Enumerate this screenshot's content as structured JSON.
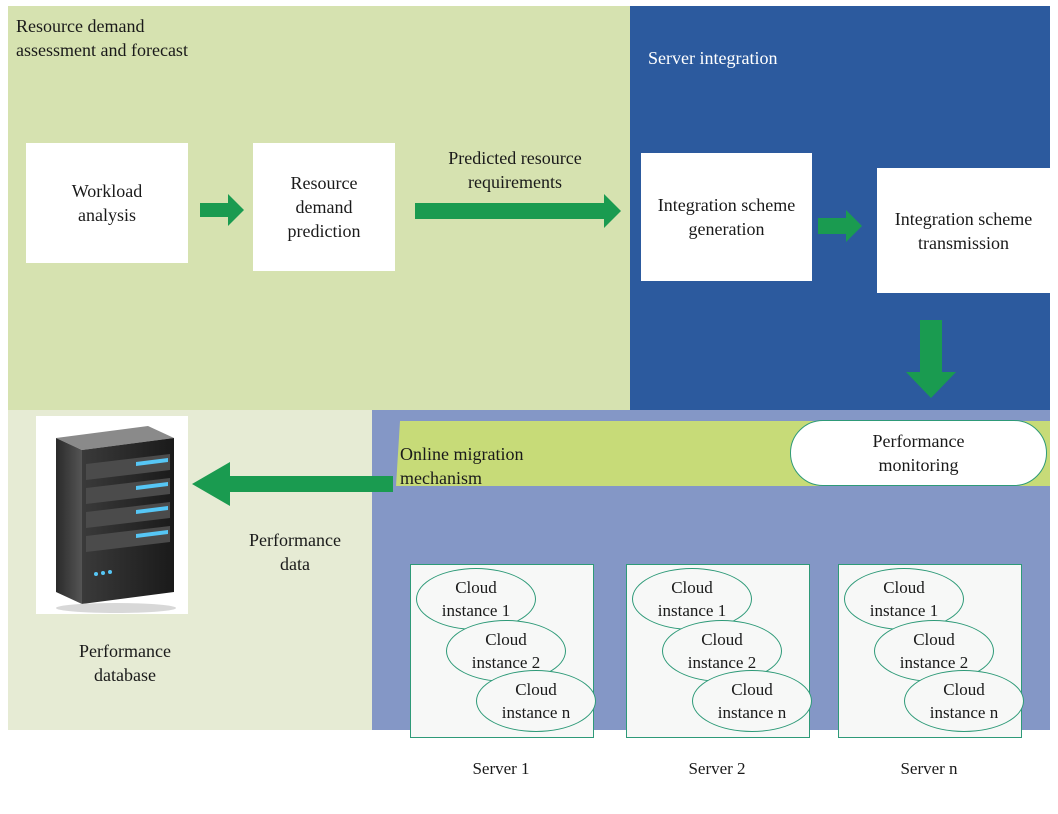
{
  "colors": {
    "forecast_bg": "#d6e2b0",
    "integration_bg": "#2c5a9e",
    "database_bg": "#e6ebd4",
    "migration_bg": "#8497c6",
    "migration_band": "#c7db78",
    "arrow": "#1a9b50",
    "outline": "#2e9a78"
  },
  "regions": {
    "forecast": {
      "title": "Resource demand\nassessment and forecast"
    },
    "integration": {
      "title": "Server integration"
    }
  },
  "boxes": {
    "workload": "Workload\nanalysis",
    "prediction": "Resource\ndemand\nprediction",
    "scheme_generation": "Integration scheme\ngeneration",
    "scheme_transmission": "Integration scheme\ntransmission"
  },
  "labels": {
    "predicted_requirements": "Predicted resource\nrequirements",
    "online_migration": "Online migration\nmechanism",
    "performance_monitoring": "Performance\nmonitoring",
    "performance_data": "Performance\ndata",
    "performance_database": "Performance\ndatabase"
  },
  "servers": [
    {
      "name": "Server 1",
      "instances": [
        "Cloud\ninstance 1",
        "Cloud\ninstance 2",
        "Cloud\ninstance n"
      ]
    },
    {
      "name": "Server 2",
      "instances": [
        "Cloud\ninstance 1",
        "Cloud\ninstance 2",
        "Cloud\ninstance n"
      ]
    },
    {
      "name": "Server n",
      "instances": [
        "Cloud\ninstance 1",
        "Cloud\ninstance 2",
        "Cloud\ninstance n"
      ]
    }
  ],
  "icons": {
    "database": "server-tower-icon"
  }
}
